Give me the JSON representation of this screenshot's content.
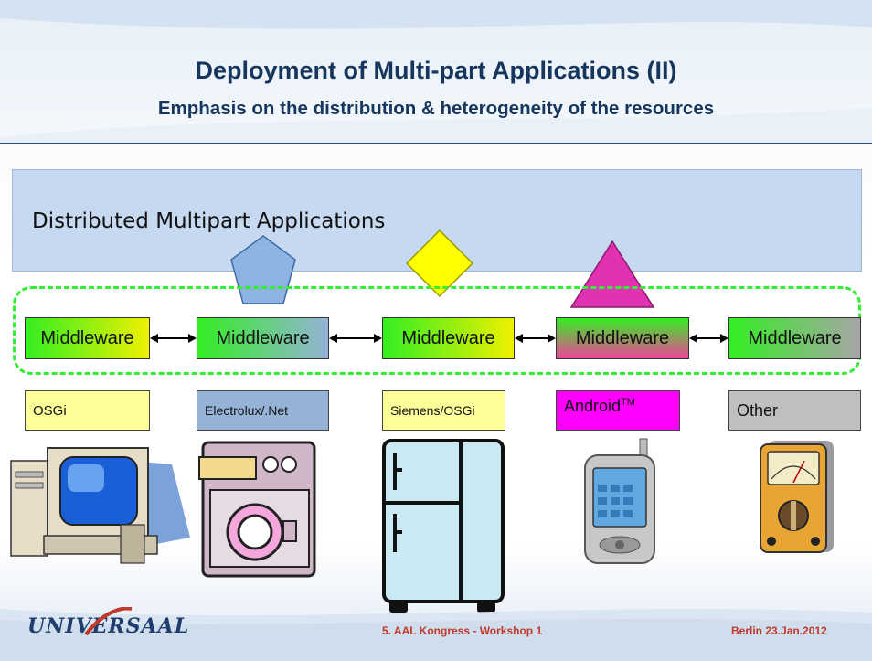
{
  "title": "Deployment of Multi-part Applications (II)",
  "subtitle": "Emphasis on the distribution & heterogeneity of the resources",
  "apps_label": "Distributed Multipart Applications",
  "middleware": [
    "Middleware",
    "Middleware",
    "Middleware",
    "Middleware",
    "Middleware"
  ],
  "platforms": {
    "osgi": "OSGi",
    "electrolux": "Electrolux/.Net",
    "siemens": "Siemens/OSGi",
    "android": "Android",
    "android_tm": "TM",
    "other": "Other"
  },
  "footer": {
    "logo": "UNIVERSAAL",
    "event": "5. AAL Kongress - Workshop 1",
    "location_date": "Berlin 23.Jan.2012"
  },
  "colors": {
    "title": "#17365d",
    "apps_box": "#c6d9f1",
    "pentagon": "#8eb4e3",
    "diamond": "#ffff00",
    "triangle": "#e032b2",
    "dashed_border": "#33ee33",
    "osgi_bg": "#ffff99",
    "electrolux_bg": "#95b3d7",
    "siemens_bg": "#ffff99",
    "android_bg": "#ff00ff",
    "other_bg": "#bfbfbf"
  }
}
